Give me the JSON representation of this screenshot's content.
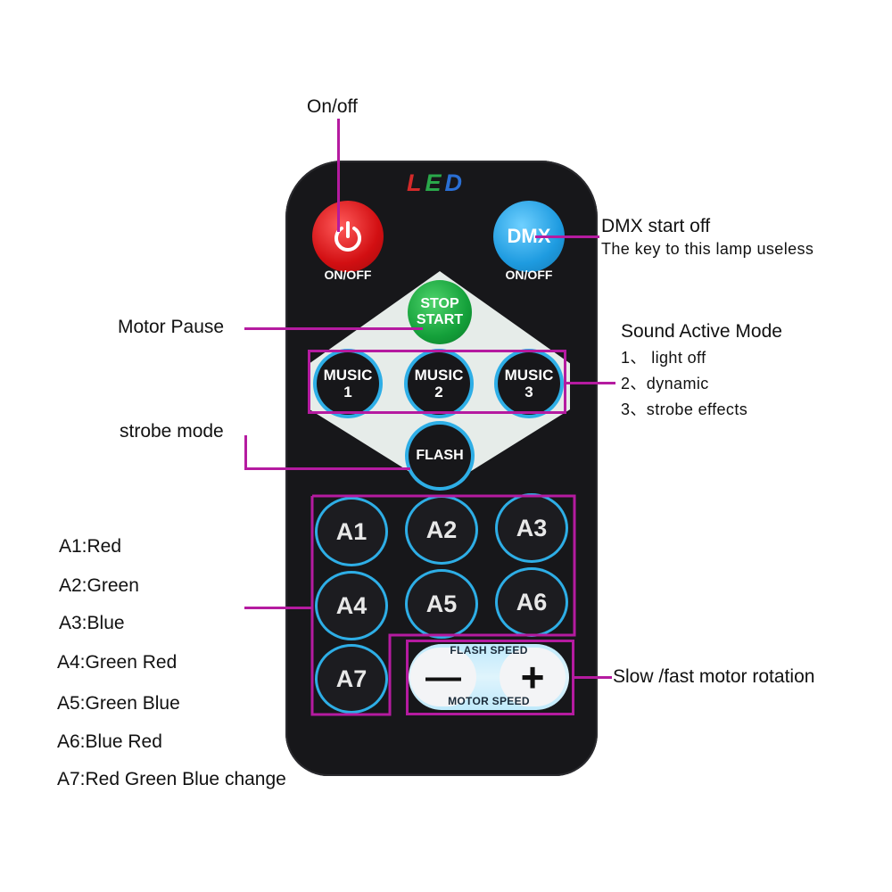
{
  "remote": {
    "brand": [
      "L",
      "E",
      "D"
    ],
    "power_icon": "power-icon",
    "power_caption": "ON/OFF",
    "dmx_label": "DMX",
    "dmx_caption": "ON/OFF",
    "stop_start": [
      "STOP",
      "START"
    ],
    "music_buttons": [
      {
        "line1": "MUSIC",
        "line2": "1"
      },
      {
        "line1": "MUSIC",
        "line2": "2"
      },
      {
        "line1": "MUSIC",
        "line2": "3"
      }
    ],
    "flash_label": "FLASH",
    "a_buttons": [
      "A1",
      "A2",
      "A3",
      "A4",
      "A5",
      "A6",
      "A7"
    ],
    "flash_speed": "FLASH SPEED",
    "motor_speed": "MOTOR SPEED",
    "minus": "—",
    "plus": "+"
  },
  "callouts": {
    "on_off": "On/off",
    "dmx_title": "DMX start off",
    "dmx_note": "The key to this lamp useless",
    "motor_pause": "Motor Pause",
    "sound_title": "Sound Active Mode",
    "sound_items": [
      "1、 light off",
      "2、dynamic",
      "3、strobe effects"
    ],
    "strobe": "strobe mode",
    "colors": [
      "A1:Red",
      "A2:Green",
      "A3:Blue",
      "A4:Green Red",
      "A5:Green  Blue",
      "A6:Blue Red",
      "A7:Red Green Blue change"
    ],
    "speed": "Slow /fast motor rotation"
  },
  "colors": {
    "highlight": "#b51ba0",
    "remote_body": "#17171a",
    "ring": "#2eaee6"
  }
}
